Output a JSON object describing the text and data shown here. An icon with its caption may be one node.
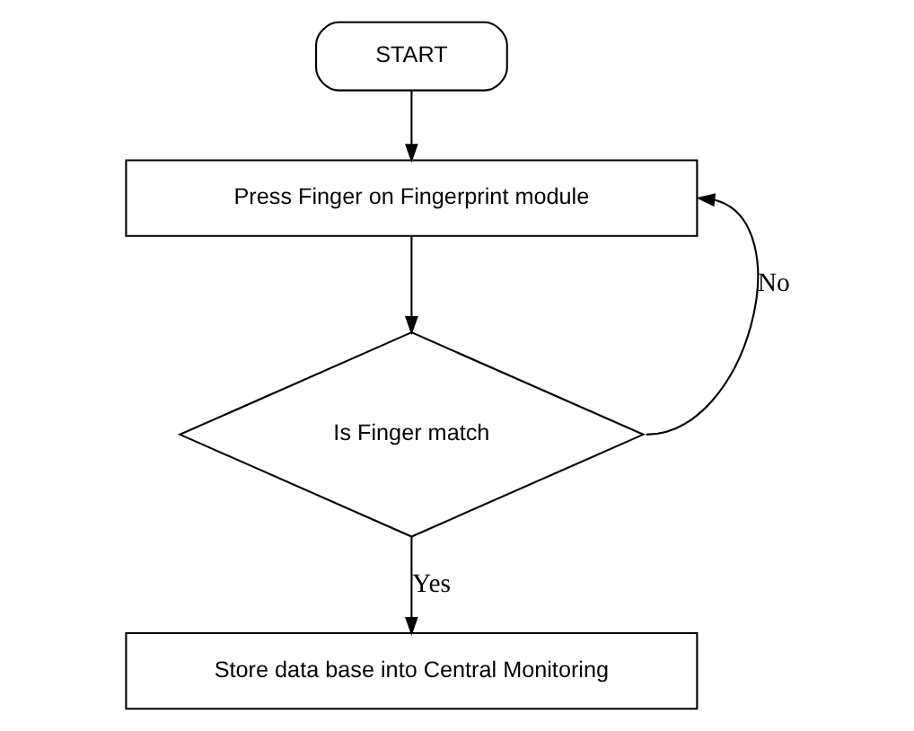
{
  "diagram": {
    "nodes": [
      {
        "text": [
          "START"
        ]
      },
      {
        "text": [
          "Press Finger on Fingerprint module"
        ]
      },
      {
        "text": [
          "Is Finger match"
        ]
      },
      {
        "text": [
          "Store data base into Central Monitoring"
        ]
      }
    ],
    "edges": [
      {
        "from": 0,
        "to": 1,
        "arrow": "to"
      },
      {
        "from": 1,
        "to": 2,
        "arrow": "to"
      },
      {
        "from": 2,
        "to": 1,
        "arrow": "to",
        "label": "No"
      },
      {
        "from": 2,
        "to": 3,
        "arrow": "to",
        "label": "Yes"
      }
    ]
  }
}
